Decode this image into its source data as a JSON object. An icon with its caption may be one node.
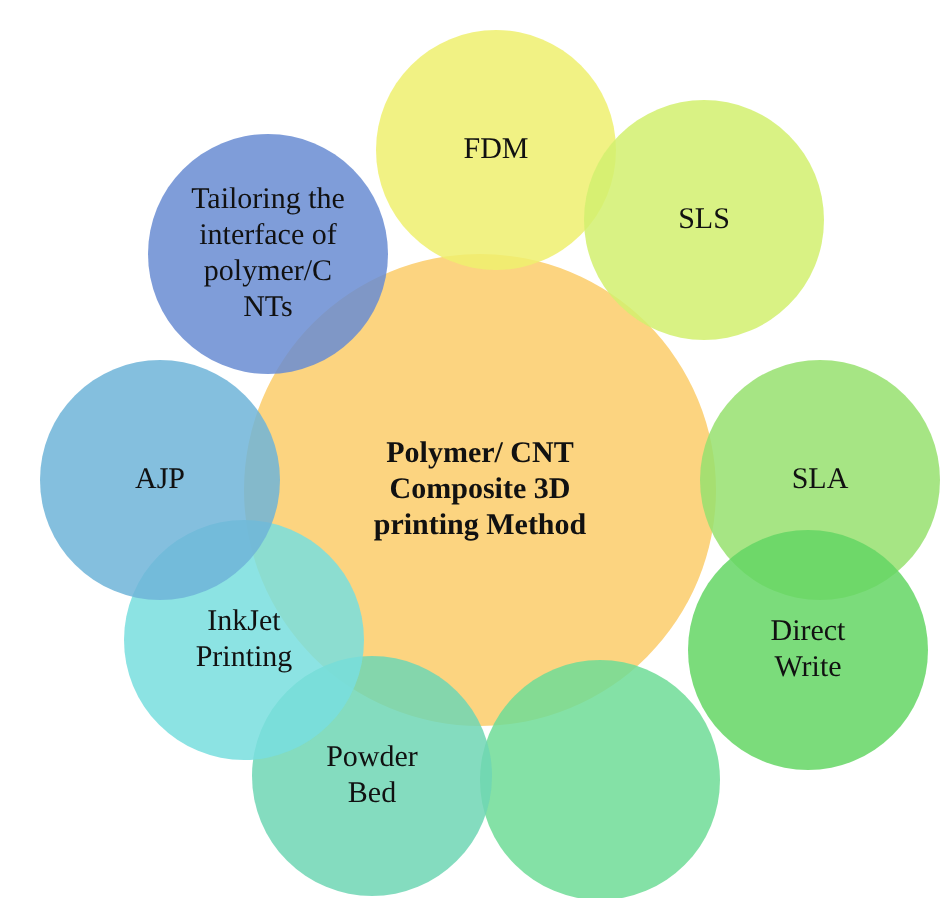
{
  "diagram": {
    "nodes": [
      {
        "text": [
          "Polymer/ CNT Composite 3D printing Method"
        ]
      },
      {
        "text": [
          "FDM"
        ]
      },
      {
        "text": [
          "SLS"
        ]
      },
      {
        "text": [
          "SLA"
        ]
      },
      {
        "text": [
          "Direct Write"
        ]
      },
      {
        "text": [],
        "shape": "circle"
      },
      {
        "text": [
          "Powder Bed"
        ]
      },
      {
        "text": [
          "InkJet Printing"
        ]
      },
      {
        "text": [
          "AJP"
        ]
      },
      {
        "text": [
          "Tailoring the interface of polymer/C NTs"
        ]
      }
    ]
  }
}
